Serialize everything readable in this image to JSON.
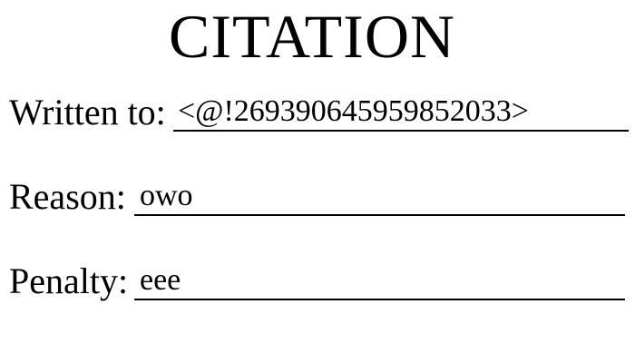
{
  "document": {
    "title": "CITATION",
    "fields": {
      "written_to": {
        "label": "Written to:",
        "value": "<@!269390645959852033>"
      },
      "reason": {
        "label": "Reason:",
        "value": "owo"
      },
      "penalty": {
        "label": "Penalty:",
        "value": "eee"
      }
    }
  }
}
